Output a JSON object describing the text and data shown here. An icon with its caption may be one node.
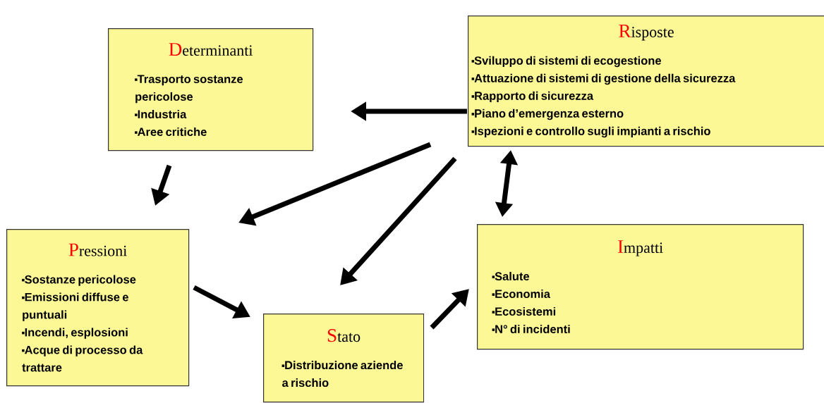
{
  "diagram": {
    "nodes": [
      {
        "text": [
          "Determinanti",
          "Trasporto sostanze pericolose",
          "Industria",
          "Aree critiche"
        ]
      },
      {
        "text": [
          "Risposte",
          "Sviluppo di sistemi di ecogestione",
          "Attuazione di sistemi di gestione della sicurezza",
          "Rapporto di sicurezza",
          "Piano d’emergenza esterno",
          "Ispezioni e controllo sugli impianti a rischio"
        ]
      },
      {
        "text": [
          "Pressioni",
          "Sostanze pericolose",
          "Emissioni diffuse e puntuali",
          "Incendi, esplosioni",
          "Acque di processo da trattare"
        ]
      },
      {
        "text": [
          "Impatti",
          "Salute",
          "Economia",
          "Ecosistemi",
          "N° di incidenti"
        ]
      },
      {
        "text": [
          "Stato",
          "Distribuzione aziende a rischio"
        ]
      }
    ],
    "edges": [
      {
        "from": 1,
        "to": 0,
        "arrow": "to"
      },
      {
        "from": 0,
        "to": 2,
        "arrow": "to"
      },
      {
        "from": 1,
        "to": 2,
        "arrow": "to"
      },
      {
        "from": 1,
        "to": 4,
        "arrow": "to"
      },
      {
        "from": 2,
        "to": 4,
        "arrow": "to"
      },
      {
        "from": 4,
        "to": 3,
        "arrow": "to"
      },
      {
        "from": 1,
        "to": 3,
        "arrow": "both"
      }
    ]
  }
}
